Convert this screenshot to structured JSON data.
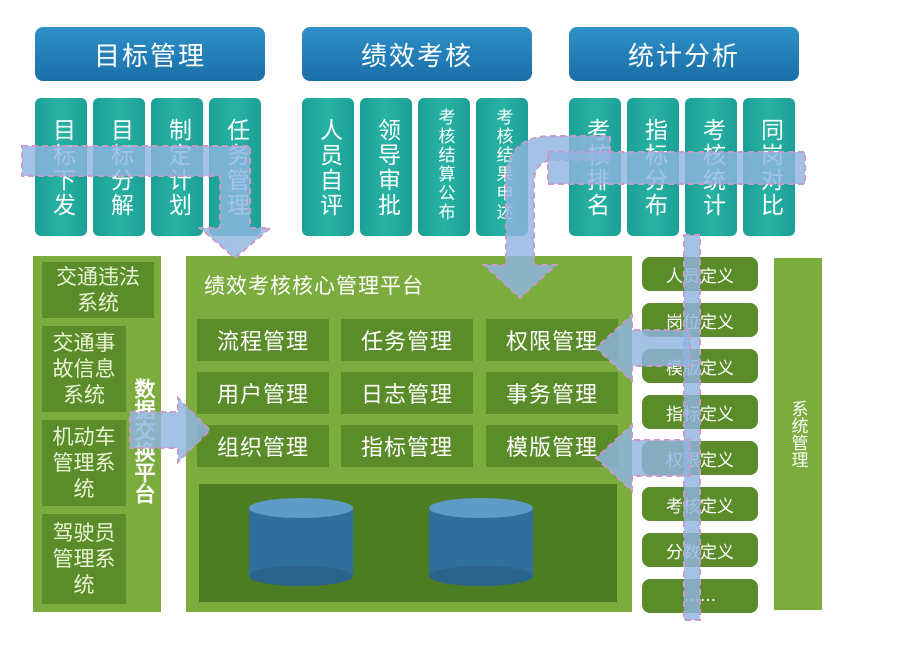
{
  "headers": {
    "goal": "目标管理",
    "perf": "绩效考核",
    "stats": "统计分析"
  },
  "modules": {
    "goal": [
      "目标下发",
      "目标分解",
      "制定计划",
      "任务管理"
    ],
    "perf": [
      "人员自评",
      "领导审批",
      "考核结算公布",
      "考核结果申述"
    ],
    "stats": [
      "考核排名",
      "指标分布",
      "考核统计",
      "同岗对比"
    ]
  },
  "left_systems": [
    "交通违法系统",
    "交通事故信息系统",
    "机动车管理系统",
    "驾驶员管理系统"
  ],
  "exchange_label": "数据交换平台",
  "center": {
    "title": "绩效考核核心管理平台",
    "buttons": [
      "流程管理",
      "任务管理",
      "权限管理",
      "用户管理",
      "日志管理",
      "事务管理",
      "组织管理",
      "指标管理",
      "模版管理"
    ]
  },
  "right_defs": [
    "人员定义",
    "岗位定义",
    "模版定义",
    "指标定义",
    "权限定义",
    "考核定义",
    "分数定义",
    "......"
  ],
  "system_mgmt": "系统管理",
  "colors": {
    "header_blue": "#1f7bb6",
    "module_teal": "#22a89c",
    "panel_green": "#7cac3e",
    "box_green": "#5b8c2a",
    "arrow": "#8fb4e0",
    "cylinder": "#2f6f9c"
  }
}
